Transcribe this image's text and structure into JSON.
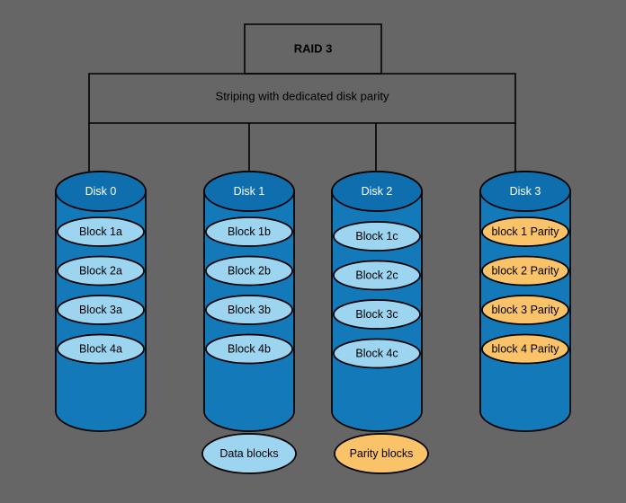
{
  "diagram": {
    "title": "RAID 3",
    "subtitle": "Striping with dedicated disk parity",
    "background_color": "#666666",
    "colors": {
      "disk_body": "#1479b8",
      "disk_top": "#0f6fae",
      "data_block": "#9dd4f0",
      "parity_block": "#fac36a",
      "stroke": "#000000",
      "disk_label_text": "#ffffff",
      "block_label_text": "#000000"
    }
  },
  "disks": [
    {
      "label": "Disk 0",
      "type": "data",
      "blocks": [
        {
          "label": "Block 1a",
          "type": "data"
        },
        {
          "label": "Block 2a",
          "type": "data"
        },
        {
          "label": "Block 3a",
          "type": "data"
        },
        {
          "label": "Block 4a",
          "type": "data"
        }
      ]
    },
    {
      "label": "Disk 1",
      "type": "data",
      "blocks": [
        {
          "label": "Block 1b",
          "type": "data"
        },
        {
          "label": "Block 2b",
          "type": "data"
        },
        {
          "label": "Block 3b",
          "type": "data"
        },
        {
          "label": "Block 4b",
          "type": "data"
        }
      ]
    },
    {
      "label": "Disk 2",
      "type": "data",
      "blocks": [
        {
          "label": "Block 1c",
          "type": "data"
        },
        {
          "label": "Block 2c",
          "type": "data"
        },
        {
          "label": "Block 3c",
          "type": "data"
        },
        {
          "label": "Block 4c",
          "type": "data"
        }
      ]
    },
    {
      "label": "Disk 3",
      "type": "parity",
      "blocks": [
        {
          "label": "block 1 Parity",
          "type": "parity"
        },
        {
          "label": "block 2 Parity",
          "type": "parity"
        },
        {
          "label": "block 3 Parity",
          "type": "parity"
        },
        {
          "label": "block 4 Parity",
          "type": "parity"
        }
      ]
    }
  ],
  "legend": [
    {
      "label": "Data blocks",
      "type": "data"
    },
    {
      "label": "Parity blocks",
      "type": "parity"
    }
  ]
}
